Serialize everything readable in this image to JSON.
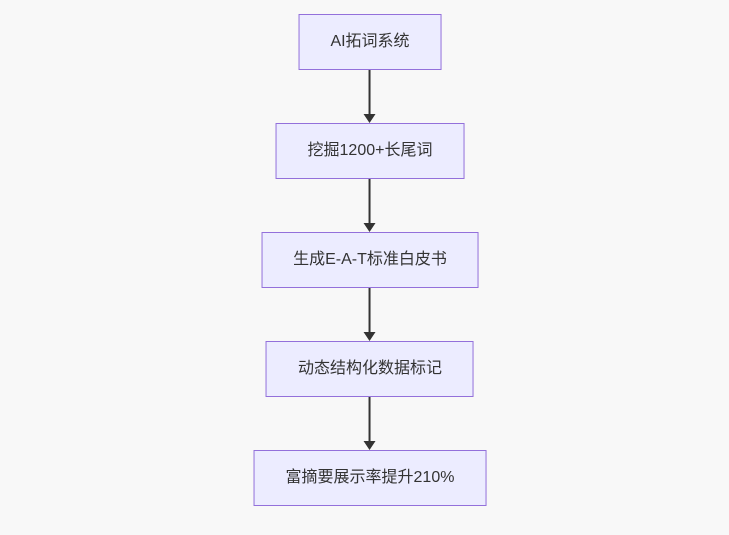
{
  "diagram": {
    "type": "flowchart",
    "direction": "top-down",
    "nodes": [
      {
        "id": "A",
        "label": "AI拓词系统"
      },
      {
        "id": "B",
        "label": "挖掘1200+长尾词"
      },
      {
        "id": "C",
        "label": "生成E-A-T标准白皮书"
      },
      {
        "id": "D",
        "label": "动态结构化数据标记"
      },
      {
        "id": "E",
        "label": "富摘要展示率提升210%"
      }
    ],
    "edges": [
      {
        "from": "A",
        "to": "B"
      },
      {
        "from": "B",
        "to": "C"
      },
      {
        "from": "C",
        "to": "D"
      },
      {
        "from": "D",
        "to": "E"
      }
    ],
    "colors": {
      "background": "#f8f8f8",
      "node_fill": "#ECECFF",
      "node_border": "#9370DB",
      "node_text": "#333333",
      "arrow": "#333333"
    }
  }
}
